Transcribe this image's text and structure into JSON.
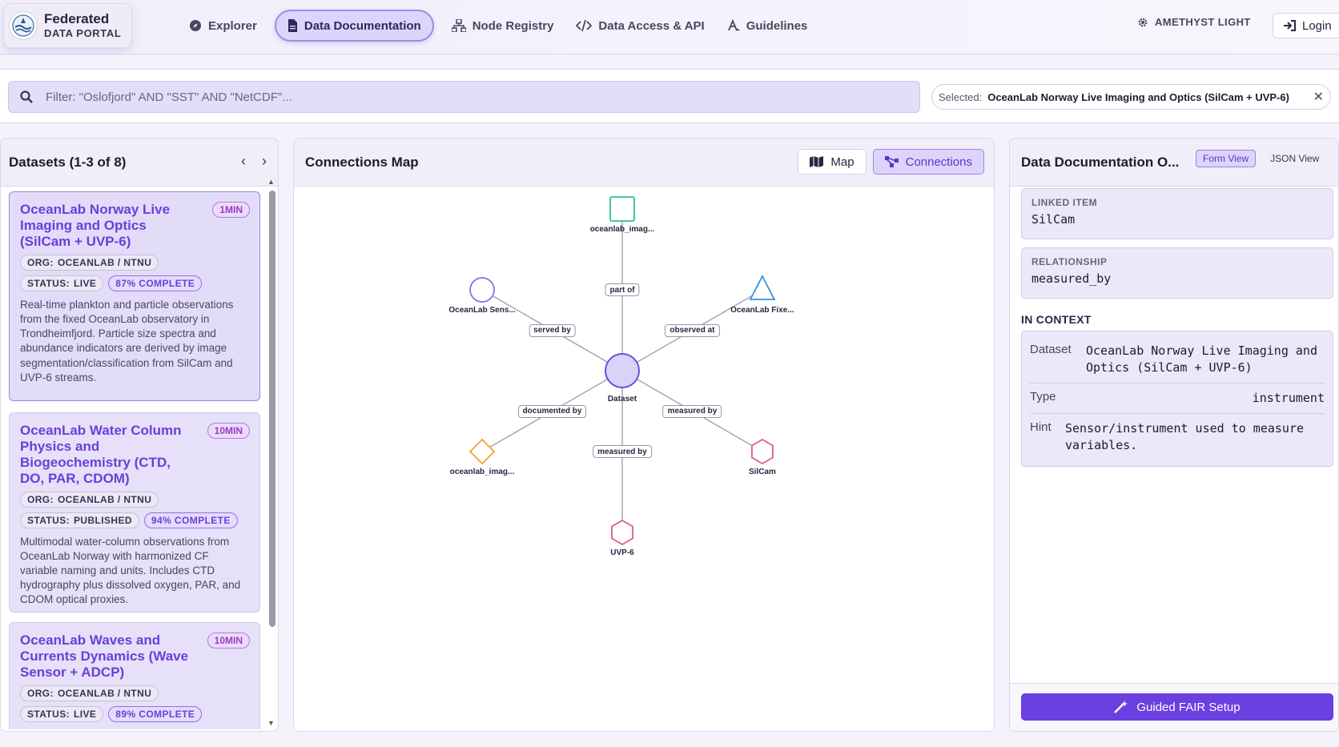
{
  "brand": {
    "title": "Federated",
    "subtitle": "DATA PORTAL"
  },
  "nav": [
    {
      "label": "Explorer",
      "icon": "compass-icon"
    },
    {
      "label": "Data Documentation",
      "icon": "document-icon",
      "active": true
    },
    {
      "label": "Node Registry",
      "icon": "network-icon"
    },
    {
      "label": "Data Access & API",
      "icon": "code-icon"
    },
    {
      "label": "Guidelines",
      "icon": "signature-icon"
    }
  ],
  "theme": {
    "label": "AMETHYST LIGHT",
    "icon": "gear-icon"
  },
  "login": {
    "label": "Login",
    "icon": "sign-in-icon"
  },
  "search": {
    "placeholder": "Filter: \"Oslofjord\" AND \"SST\" AND \"NetCDF\"...",
    "value": ""
  },
  "selected": {
    "label": "Selected:",
    "value": "OceanLab Norway Live Imaging and Optics (SilCam + UVP-6)"
  },
  "datasets": {
    "title": "Datasets (1-3 of 8)",
    "items": [
      {
        "title": "OceanLab Norway Live Imaging and Optics (SilCam + UVP-6)",
        "time": "1MIN",
        "org_label": "ORG:",
        "org": "OCEANLAB / NTNU",
        "status_label": "STATUS:",
        "status": "LIVE",
        "complete": "87% COMPLETE",
        "description": "Real-time plankton and particle observations from the fixed OceanLab observatory in Trondheimfjord. Particle size spectra and abundance indicators are derived by image segmentation/classification from SilCam and UVP-6 streams."
      },
      {
        "title": "OceanLab Water Column Physics and Biogeochemistry (CTD, DO, PAR, CDOM)",
        "time": "10MIN",
        "org_label": "ORG:",
        "org": "OCEANLAB / NTNU",
        "status_label": "STATUS:",
        "status": "PUBLISHED",
        "complete": "94% COMPLETE",
        "description": "Multimodal water-column observations from OceanLab Norway with harmonized CF variable naming and units. Includes CTD hydrography plus dissolved oxygen, PAR, and CDOM optical proxies."
      },
      {
        "title": "OceanLab Waves and Currents Dynamics (Wave Sensor + ADCP)",
        "time": "10MIN",
        "org_label": "ORG:",
        "org": "OCEANLAB / NTNU",
        "status_label": "STATUS:",
        "status": "LIVE",
        "complete": "89% COMPLETE",
        "description": ""
      }
    ]
  },
  "connections": {
    "title": "Connections Map",
    "map_label": "Map",
    "connections_label": "Connections",
    "center": {
      "label": "Dataset",
      "color": "#6b4fe0"
    },
    "nodes": [
      {
        "label": "oceanlab_imag...",
        "shape": "square",
        "color": "#2bbf9a",
        "edge": "part of"
      },
      {
        "label": "OceanLab Fixe...",
        "shape": "triangle",
        "color": "#3a8ee0",
        "edge": "observed at"
      },
      {
        "label": "SilCam",
        "shape": "hexagon",
        "color": "#e05a8e",
        "edge": "measured by"
      },
      {
        "label": "UVP-6",
        "shape": "hexagon",
        "color": "#e05a8e",
        "edge": "measured by"
      },
      {
        "label": "oceanlab_imag...",
        "shape": "diamond",
        "color": "#f0a52a",
        "edge": "documented by"
      },
      {
        "label": "OceanLab Sens...",
        "shape": "circle",
        "color": "#8a6fe0",
        "edge": "served by"
      }
    ]
  },
  "documentation": {
    "title": "Data Documentation O...",
    "tab_form": "Form View",
    "tab_json": "JSON View",
    "linked_item_label": "LINKED ITEM",
    "linked_item_value": "SilCam",
    "relationship_label": "RELATIONSHIP",
    "relationship_value": "measured_by",
    "context_title": "IN CONTEXT",
    "context": {
      "dataset_key": "Dataset",
      "dataset_val": "OceanLab Norway Live Imaging and Optics (SilCam + UVP-6)",
      "type_key": "Type",
      "type_val": "instrument",
      "hint_key": "Hint",
      "hint_val": "Sensor/instrument used to measure variables."
    },
    "fair_button": "Guided FAIR Setup"
  }
}
